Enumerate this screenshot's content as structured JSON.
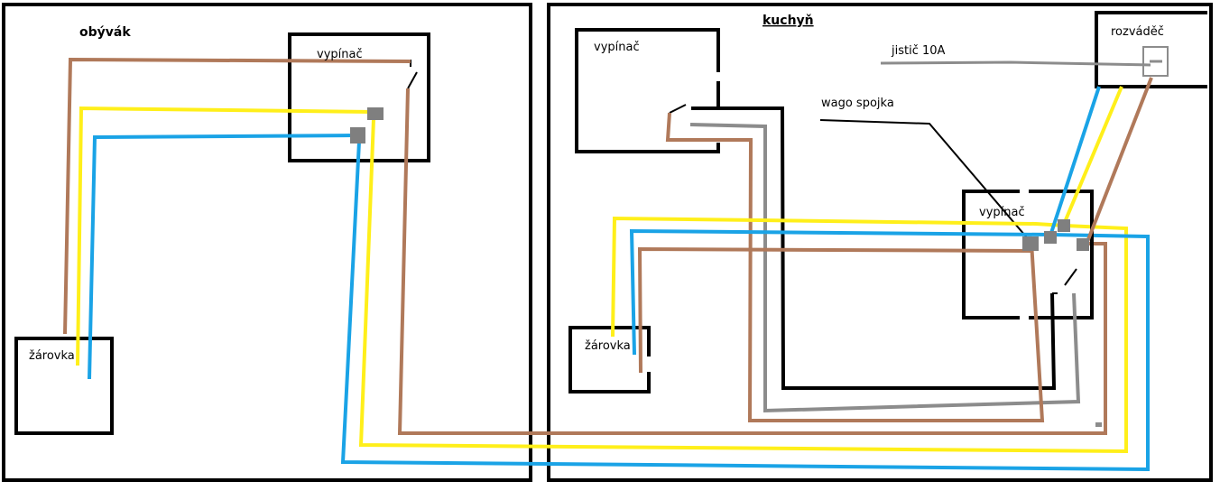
{
  "rooms": {
    "living_room": {
      "title": "obývák"
    },
    "kitchen": {
      "title": "kuchyň"
    }
  },
  "labels": {
    "living_switch": "vypínač",
    "living_bulb": "žárovka",
    "kitchen_switch_left": "vypínač",
    "kitchen_bulb": "žárovka",
    "kitchen_switch_right": "vypínač",
    "distribution_board": "rozváděč",
    "breaker": "jistič 10A",
    "wago_connector": "wago spojka"
  },
  "wire_colors": {
    "brown": "#b0795a",
    "yellow": "#ffef1a",
    "blue": "#1aa3e6",
    "gray": "#8c8c8c",
    "black": "#000000",
    "connector": "#7f7f7f"
  }
}
